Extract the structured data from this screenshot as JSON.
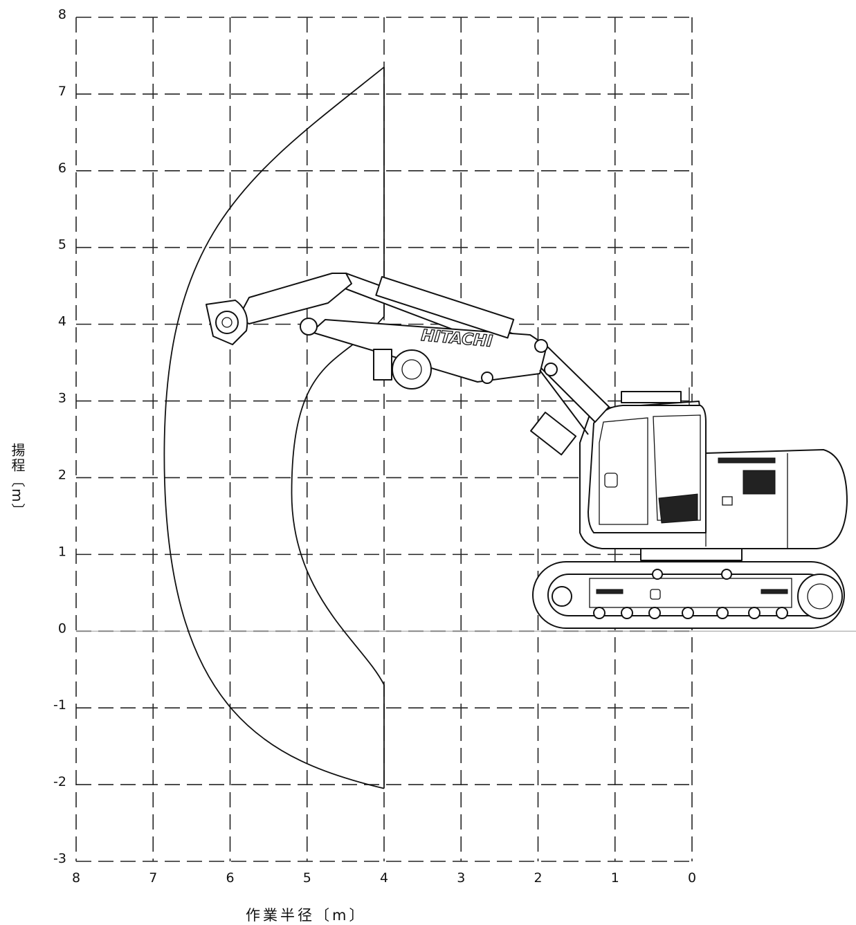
{
  "chart_data": {
    "type": "working-range-diagram",
    "xlabel": "作業半径〔m〕",
    "ylabel": "揚程〔m〕",
    "x_ticks": [
      "8",
      "7",
      "6",
      "5",
      "4",
      "3",
      "2",
      "1",
      "0"
    ],
    "y_ticks": [
      "8",
      "7",
      "6",
      "5",
      "4",
      "3",
      "2",
      "1",
      "0",
      "-1",
      "-2",
      "-3"
    ],
    "xlim": [
      8,
      0
    ],
    "ylim": [
      -3,
      8
    ],
    "grid": true,
    "envelope": {
      "outer_top": [
        4.0,
        7.35
      ],
      "outer_max_reach": [
        6.85,
        1.95
      ],
      "outer_bottom": [
        4.0,
        -2.05
      ],
      "inner_top": [
        4.0,
        4.1
      ],
      "inner_bottom": [
        4.0,
        -0.7
      ]
    }
  },
  "machine": {
    "brand_text": "HITACHI"
  },
  "colors": {
    "line": "#111111",
    "background": "#ffffff"
  }
}
